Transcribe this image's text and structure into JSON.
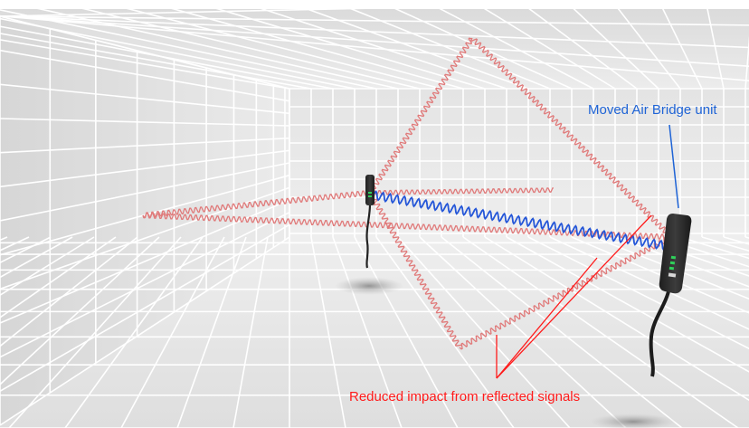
{
  "diagram": {
    "labels": {
      "moved_unit": "Moved Air Bridge unit",
      "reflection": "Reduced impact from reflected signals"
    },
    "colors": {
      "direct_signal": "#2456d8",
      "reflected_signal": "#e07a7a",
      "label_blue": "#1f64d6",
      "label_red": "#ff1a1a",
      "grid_line": "#ffffff",
      "device_body": "#2b2b2b",
      "indicator_led": "#2fd05a"
    },
    "devices": [
      {
        "name": "air-bridge-unit-near"
      },
      {
        "name": "air-bridge-unit-moved"
      }
    ]
  }
}
